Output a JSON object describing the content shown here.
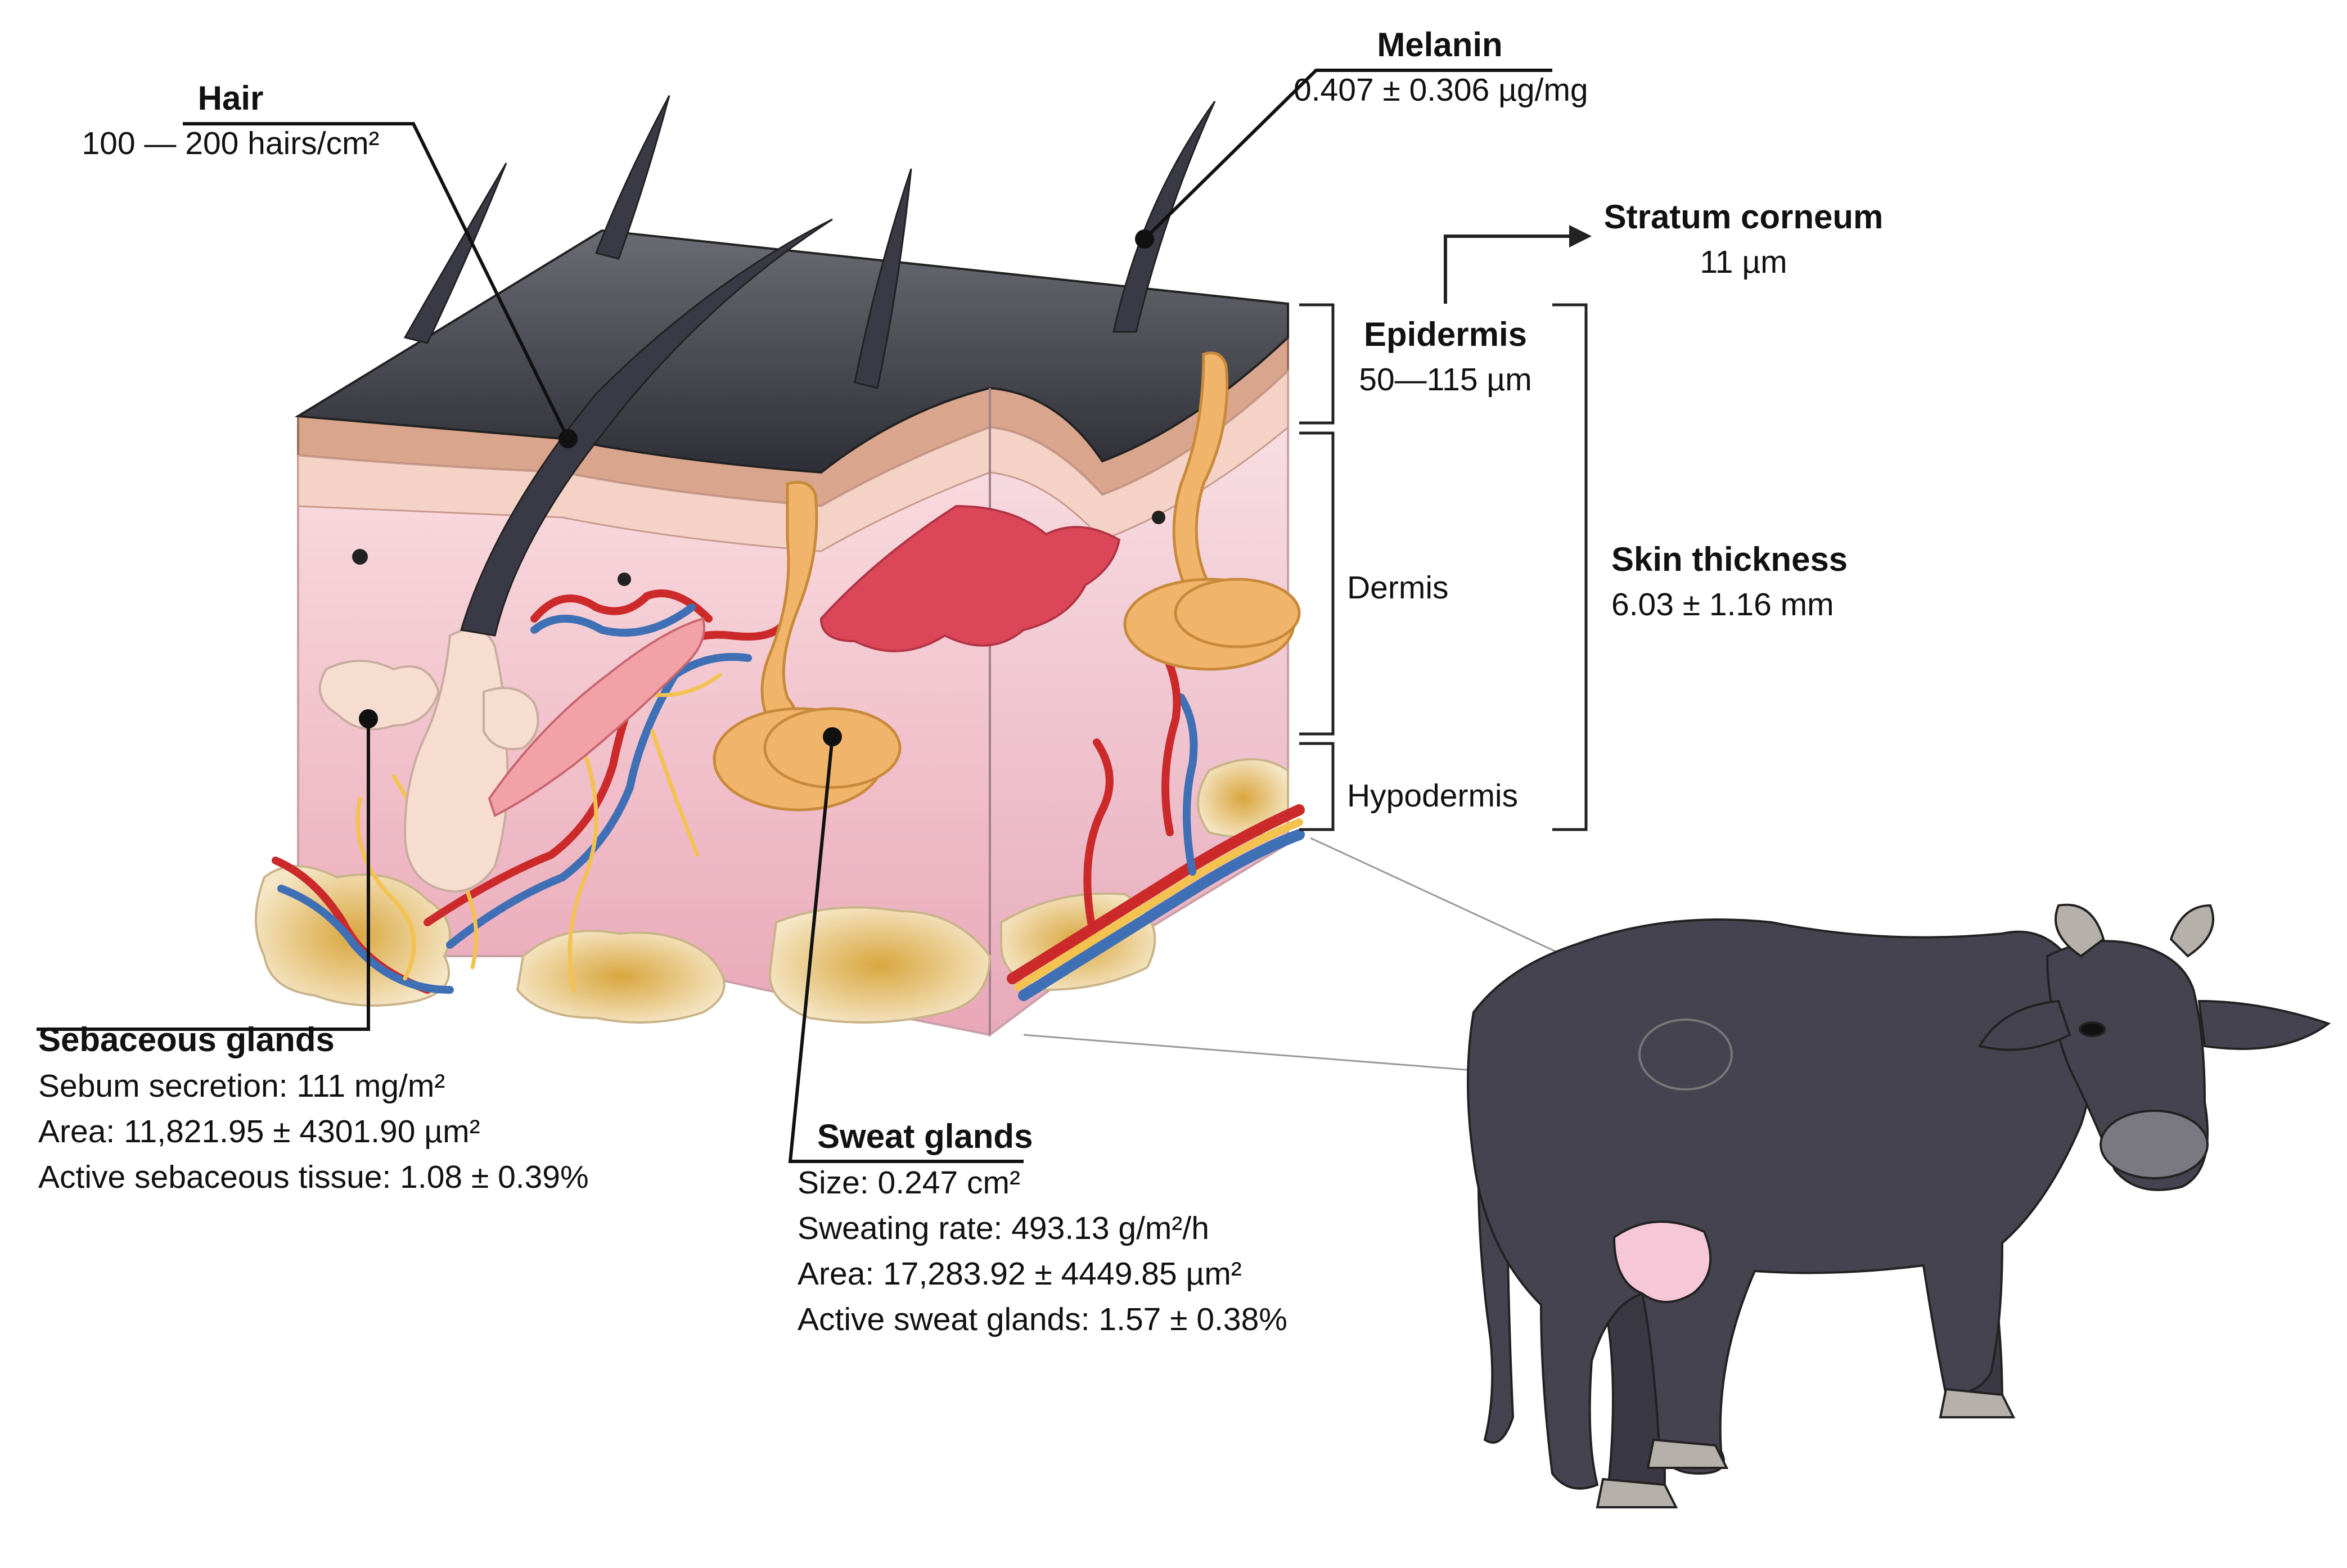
{
  "labels": {
    "hair": {
      "title": "Hair",
      "value": "100 — 200 hairs/cm²"
    },
    "melanin": {
      "title": "Melanin",
      "value": "0.407 ± 0.306 µg/mg"
    },
    "stratum_corneum": {
      "title": "Stratum corneum",
      "value": "11 µm"
    },
    "epidermis": {
      "title": "Epidermis",
      "value": "50—115 µm"
    },
    "dermis": {
      "title": "Dermis"
    },
    "hypodermis": {
      "title": "Hypodermis"
    },
    "skin_thickness": {
      "title": "Skin thickness",
      "value": "6.03 ± 1.16 mm"
    },
    "sebaceous_glands": {
      "title": "Sebaceous glands",
      "lines": [
        "Sebum secretion: 111 mg/m²",
        "Area: 11,821.95  ± 4301.90 µm²",
        "Active sebaceous tissue: 1.08 ± 0.39%"
      ]
    },
    "sweat_glands": {
      "title": "Sweat glands",
      "lines": [
        "Size: 0.247 cm²",
        "Sweating rate: 493.13 g/m²/h",
        "Area: 17,283.92 ± 4449.85 µm²",
        "Active sweat glands: 1.57 ± 0.38%"
      ]
    }
  },
  "colors": {
    "epidermis_dark": "#4a4a55",
    "skin_band": "#c9977f",
    "dermis": "#f2c6cf",
    "hypodermis_fat": "#e6bf6a",
    "artery": "#cc2a2a",
    "vein": "#3f6fb5",
    "nerve": "#f3c24f",
    "gland": "#f0b56a",
    "cow": "#45434f",
    "udder": "#f6c7d6"
  }
}
